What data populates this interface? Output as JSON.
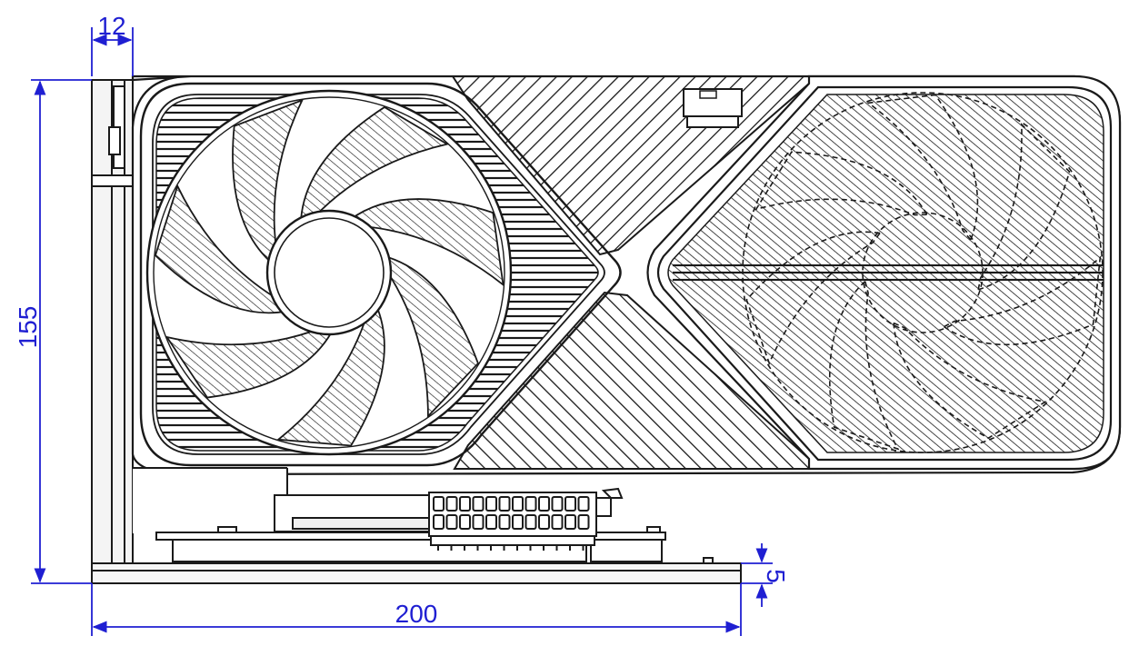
{
  "drawing": {
    "dimensions": {
      "bracket_thickness": "12",
      "height": "155",
      "length": "200",
      "bottom_offset": "5"
    },
    "colors": {
      "outline": "#1a1a1a",
      "dimension": "#1f1fd2",
      "background": "#ffffff"
    },
    "fans": {
      "left": {
        "blade_count": 7,
        "style": "solid"
      },
      "right": {
        "blade_count": 7,
        "style": "hidden-dashed"
      }
    },
    "power_connector": {
      "pins_per_row": 12,
      "rows": 2
    }
  }
}
